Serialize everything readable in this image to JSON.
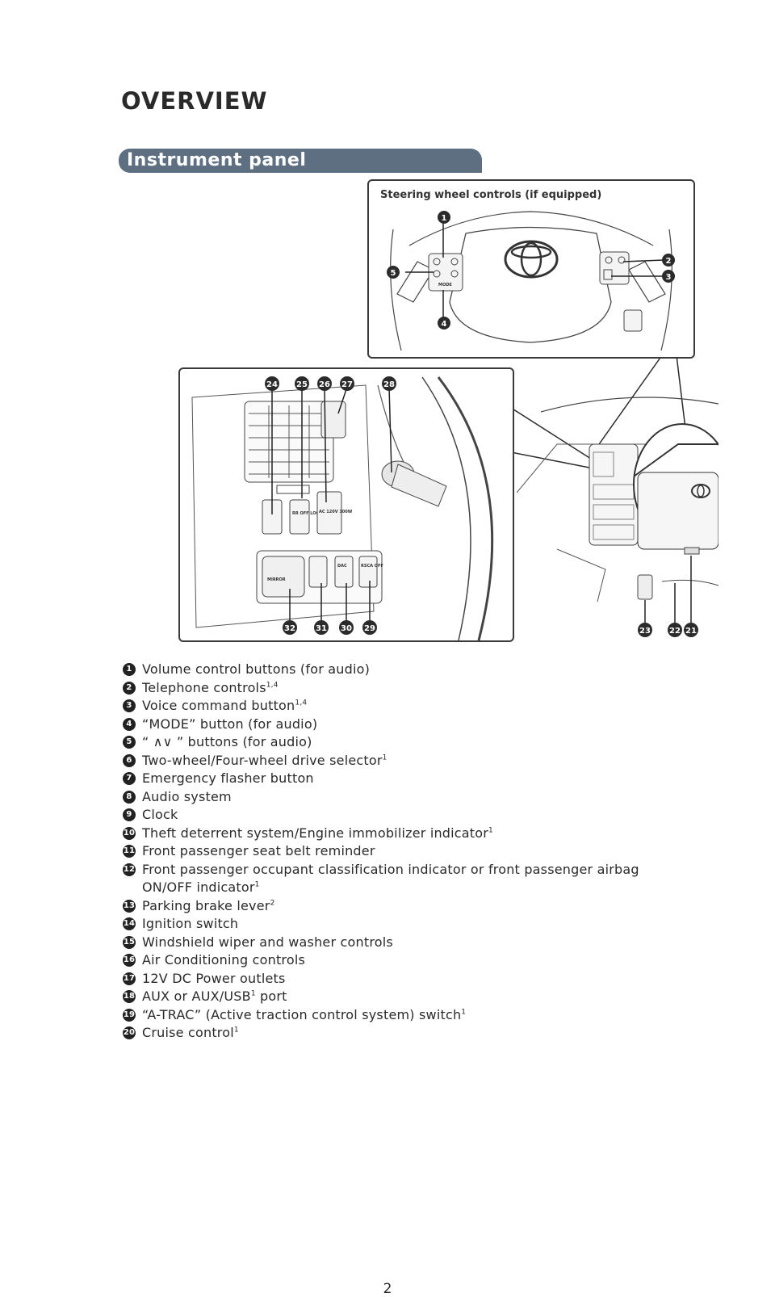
{
  "header": {
    "title": "OVERVIEW"
  },
  "section": {
    "title": "Instrument panel"
  },
  "steering_inset": {
    "caption": "Steering wheel controls (if equipped)",
    "callouts": [
      "1",
      "2",
      "3",
      "4",
      "5"
    ],
    "mode_label": "MODE"
  },
  "dash_inset": {
    "callouts": [
      "24",
      "25",
      "26",
      "27",
      "28",
      "32",
      "31",
      "30",
      "29"
    ],
    "switch_labels": {
      "rr_off_lock": "RR OFF LOCK",
      "ac": "AC 120V 100W",
      "mirror": "MIRROR",
      "dac": "DAC",
      "rsca": "RSCA OFF"
    }
  },
  "cabin_view": {
    "callouts": [
      "23",
      "22",
      "21"
    ]
  },
  "legend": [
    {
      "n": "1",
      "text": "Volume control buttons (for audio)",
      "sup": ""
    },
    {
      "n": "2",
      "text": "Telephone controls",
      "sup": "1,4"
    },
    {
      "n": "3",
      "text": "Voice command button",
      "sup": "1,4"
    },
    {
      "n": "4",
      "text": "“MODE” button (for audio)",
      "sup": ""
    },
    {
      "n": "5",
      "text": "“ ∧∨ ” buttons (for audio)",
      "sup": ""
    },
    {
      "n": "6",
      "text": "Two-wheel/Four-wheel drive selector",
      "sup": "1"
    },
    {
      "n": "7",
      "text": "Emergency flasher button",
      "sup": ""
    },
    {
      "n": "8",
      "text": "Audio system",
      "sup": ""
    },
    {
      "n": "9",
      "text": "Clock",
      "sup": ""
    },
    {
      "n": "10",
      "text": "Theft deterrent system/Engine immobilizer indicator",
      "sup": "1"
    },
    {
      "n": "11",
      "text": "Front passenger seat belt reminder",
      "sup": ""
    },
    {
      "n": "12",
      "text": "Front passenger occupant classification indicator or front passenger airbag ON/OFF indicator",
      "sup": "1"
    },
    {
      "n": "13",
      "text": "Parking brake lever",
      "sup": "2"
    },
    {
      "n": "14",
      "text": "Ignition switch",
      "sup": ""
    },
    {
      "n": "15",
      "text": "Windshield wiper and washer controls",
      "sup": ""
    },
    {
      "n": "16",
      "text": "Air Conditioning controls",
      "sup": ""
    },
    {
      "n": "17",
      "text": "12V DC Power outlets",
      "sup": ""
    },
    {
      "n": "18",
      "text": "AUX or AUX/USB",
      "sup": "1",
      "suffix": " port"
    },
    {
      "n": "19",
      "text": "“A-TRAC” (Active traction control system) switch",
      "sup": "1"
    },
    {
      "n": "20",
      "text": "Cruise control",
      "sup": "1"
    }
  ],
  "footer": {
    "page_number": "2"
  }
}
